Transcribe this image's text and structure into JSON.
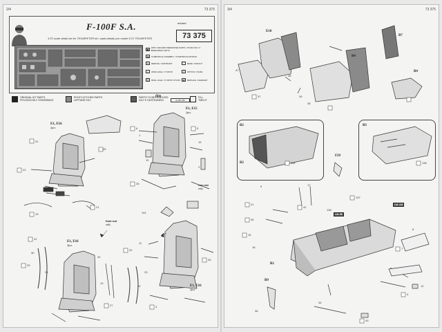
{
  "left_page": {
    "page_number": "2/4",
    "page_code": "73 375",
    "title": "F-100F S.A.",
    "subtitle": "1/72 scale detail set for TRUMPETER kit  •  sada detailu pro model 1/72 TRUMPETER",
    "logo": "eduard",
    "catalog_number": "73 375",
    "film_label": "film",
    "film_code": "S-2R7 MF",
    "legend": [
      {
        "icon": "paint",
        "text": "APPLY EDUARD PREPAINTED PARTS / POUZIJ DILY Z BAREVNEHO LEPTU"
      },
      {
        "icon": "symmetry",
        "text": "SYMETRICAL ASSEMBLY / SYMETRICKA MONTAZ"
      },
      {
        "icon": "remove",
        "text": "REMOVE / ODSTRANIT"
      },
      {
        "icon": "bend",
        "text": "BEND / OHNOUT"
      },
      {
        "icon": "open-hole",
        "text": "OPEN HOLE / VYVRTAT"
      },
      {
        "icon": "option",
        "text": "OPTION / VOLBA"
      },
      {
        "icon": "drill",
        "text": "DRILL HOLE / VYVRTAT OTVOR"
      },
      {
        "icon": "replace",
        "text": "REPLACE / NAHRADIT"
      }
    ],
    "color_key": [
      {
        "color": "#222222",
        "lines": [
          "ORIGINAL KIT PARTS",
          "POVODNI DILY STAVEBNICE"
        ]
      },
      {
        "color": "#8a8a8a",
        "lines": [
          "PHOTO-ETCHED PARTS",
          "LEPTANE DILY"
        ]
      },
      {
        "color": "#5a5a5a",
        "lines": [
          "PARTS TO BE REMOVED",
          "DILY K ODSTRANENI"
        ]
      },
      {
        "color": "#f0f0f0",
        "lines": [
          "FILL",
          "TMELIT"
        ]
      }
    ],
    "labels": {
      "seat_a": "E1, E16",
      "seat_a_qty": "2pcs",
      "seat_b": "E1, E15",
      "seat_b_qty": "2pcs",
      "seat_c": "E1, E16",
      "seat_c_qty": "2pcs",
      "seat_d": "E1, E16",
      "seat_d_qty": "2pcs",
      "rear_seat": "rear seat",
      "rear_only": "only",
      "front_seat": "front seat",
      "front_only": "only"
    },
    "part_numbers": [
      "31",
      "25",
      "6",
      "1",
      "5",
      "15",
      "2",
      "10",
      "22",
      "19",
      "21",
      "33",
      "41",
      "29",
      "27",
      "20",
      "3",
      "26",
      "30",
      "32",
      "11",
      "101",
      "23",
      "28",
      "13",
      "24"
    ]
  },
  "right_page": {
    "page_number": "3/4",
    "page_code": "73 375",
    "labels": {
      "e10": "E10",
      "b7": "B7",
      "b4": "B4",
      "b4_2": "B4",
      "b2_a": "B2",
      "b2_b": "B2",
      "b2_main": "B2",
      "b9": "B9",
      "f29": "F29",
      "b3": "B3"
    },
    "tags": [
      "LUL 88",
      "LUL 134"
    ],
    "part_numbers": [
      "47",
      "46",
      "39",
      "38",
      "37",
      "118",
      "136",
      "137",
      "9",
      "21",
      "35",
      "42",
      "17",
      "16",
      "18",
      "7",
      "8",
      "135",
      "12",
      "4",
      "43",
      "36",
      "34"
    ]
  }
}
